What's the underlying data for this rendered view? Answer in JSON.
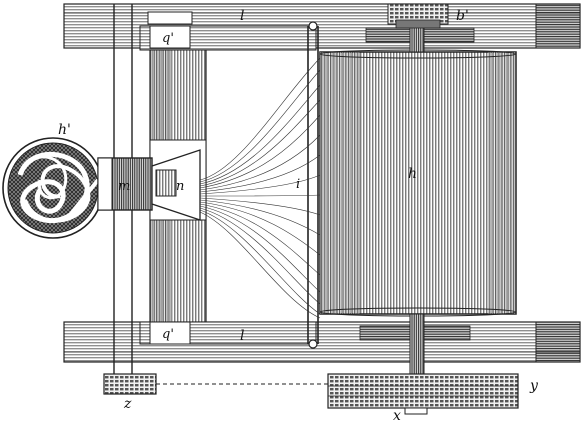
{
  "figure": {
    "labels": {
      "b_prime": "b'",
      "l_top": "l",
      "q_prime_top": "q'",
      "h_prime": "h'",
      "m": "m",
      "n": "n",
      "i": "i",
      "h": "h",
      "q_prime_bottom": "q'",
      "l_bottom": "l",
      "y": "y",
      "z": "z",
      "x": "x"
    }
  }
}
